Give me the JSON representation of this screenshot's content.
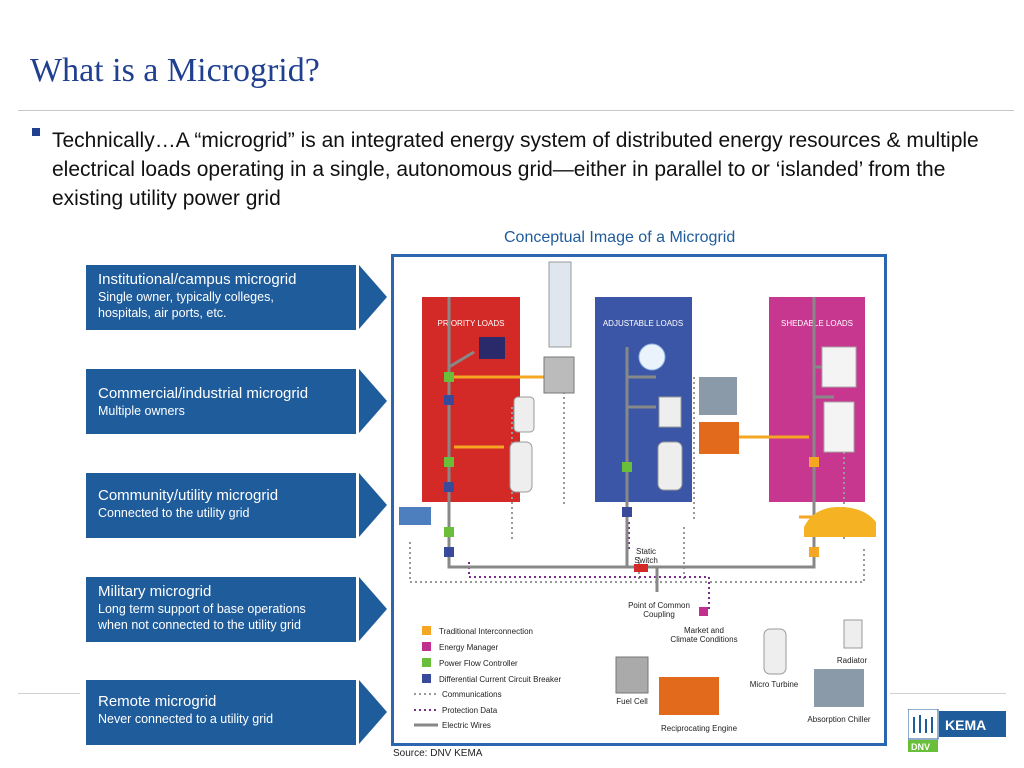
{
  "slide": {
    "title": "What is a Microgrid?",
    "bullet_text": "Technically…A “microgrid” is an integrated energy system of distributed energy resources & multiple electrical loads operating in a single, autonomous grid—either in parallel to or ‘islanded’ from the existing utility power grid",
    "source": "Source: DNV KEMA"
  },
  "categories": [
    {
      "heading": "Institutional/campus microgrid",
      "sub1": "Single owner, typically colleges,",
      "sub2": "hospitals, air ports, etc."
    },
    {
      "heading": "Commercial/industrial microgrid",
      "sub1": "Multiple owners",
      "sub2": ""
    },
    {
      "heading": "Community/utility microgrid",
      "sub1": "Connected to the utility grid",
      "sub2": ""
    },
    {
      "heading": "Military microgrid",
      "sub1": "Long term support of base operations",
      "sub2": "when not connected to the utility grid"
    },
    {
      "heading": "Remote microgrid",
      "sub1": "Never connected to a utility grid",
      "sub2": ""
    }
  ],
  "diagram": {
    "title": "Conceptual Image of a Microgrid",
    "panels": {
      "priority": "PRIORITY  LOADS",
      "adjustable": "ADJUSTABLE LOADS",
      "sheddable": "SHEDABLE LOADS"
    },
    "static_switch": [
      "Static",
      "Switch"
    ],
    "pcc": [
      "Point of Common",
      "Coupling"
    ],
    "market": [
      "Market and",
      "Climate Conditions"
    ],
    "legend": [
      {
        "label": "Traditional Interconnection",
        "color": "#f5a623"
      },
      {
        "label": "Energy Manager",
        "color": "#c2308f"
      },
      {
        "label": "Power Flow Controller",
        "color": "#6abf3a"
      },
      {
        "label": "Differential Current Circuit Breaker",
        "color": "#3a4a9a"
      }
    ],
    "line_legend": [
      {
        "label": "Communications"
      },
      {
        "label": "Protection Data"
      },
      {
        "label": "Electric Wires"
      }
    ],
    "equipment": {
      "radiator": "Radiator",
      "micro_turbine": "Micro Turbine",
      "fuel_cell": "Fuel Cell",
      "absorption_chiller": "Absorption Chiller",
      "reciprocating_engine": "Reciprocating Engine"
    },
    "colors": {
      "priority_panel": "#d42a27",
      "adjustable_panel": "#3b56a6",
      "sheddable_panel": "#c8378f",
      "frame": "#2c66b0"
    }
  },
  "logo": {
    "kema": "KEMA",
    "dnv": "DNV"
  }
}
